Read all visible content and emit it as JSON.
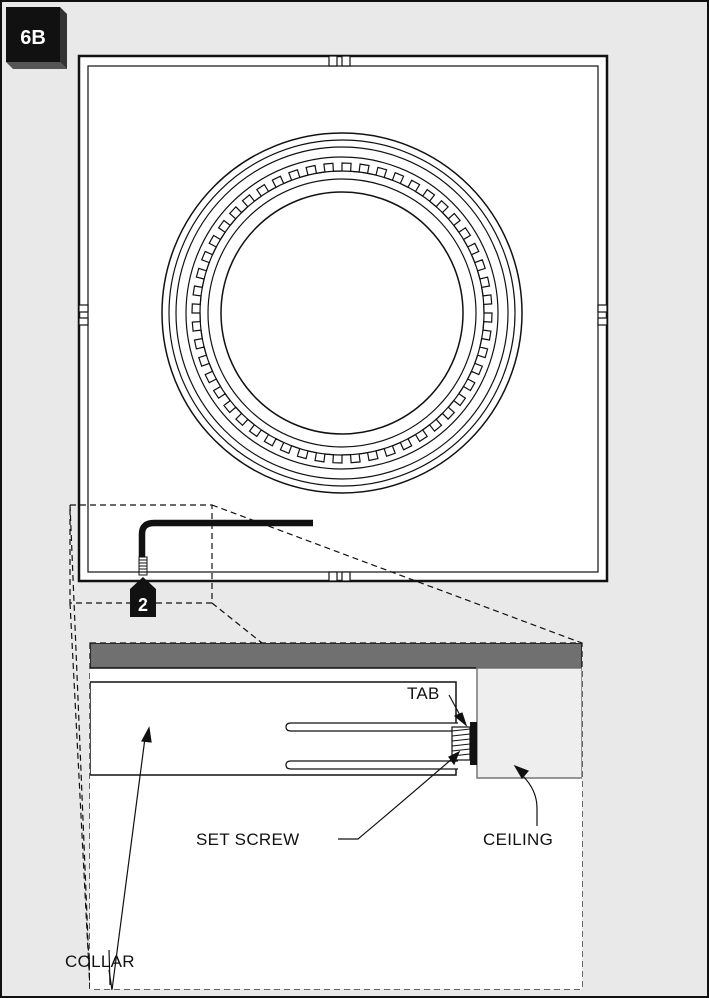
{
  "figure": {
    "step_label": "6B",
    "callout_number": "2"
  },
  "labels": {
    "tab": "TAB",
    "set_screw": "SET SCREW",
    "ceiling": "CEILING",
    "collar": "COLLAR"
  },
  "colors": {
    "panel_background": "#e9e9e9",
    "ceiling_fill": "#eeeeee",
    "ceiling_edge": "#777777",
    "line": "#111111",
    "badge": "#111111"
  }
}
